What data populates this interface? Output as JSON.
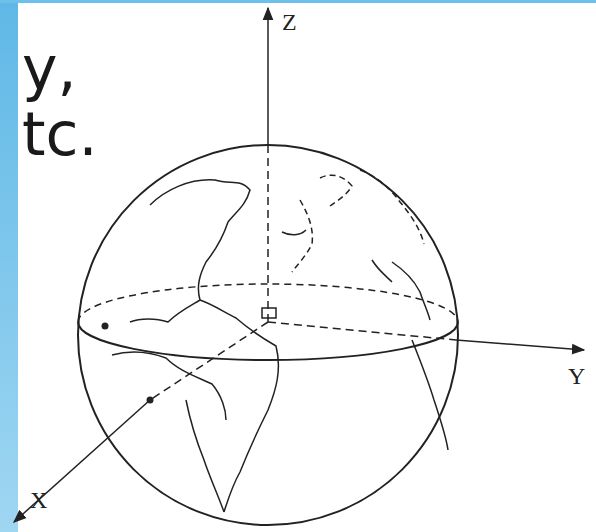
{
  "diagram": {
    "labels": [
      "y,",
      "tc.",
      "Z",
      "Y",
      "X"
    ]
  }
}
